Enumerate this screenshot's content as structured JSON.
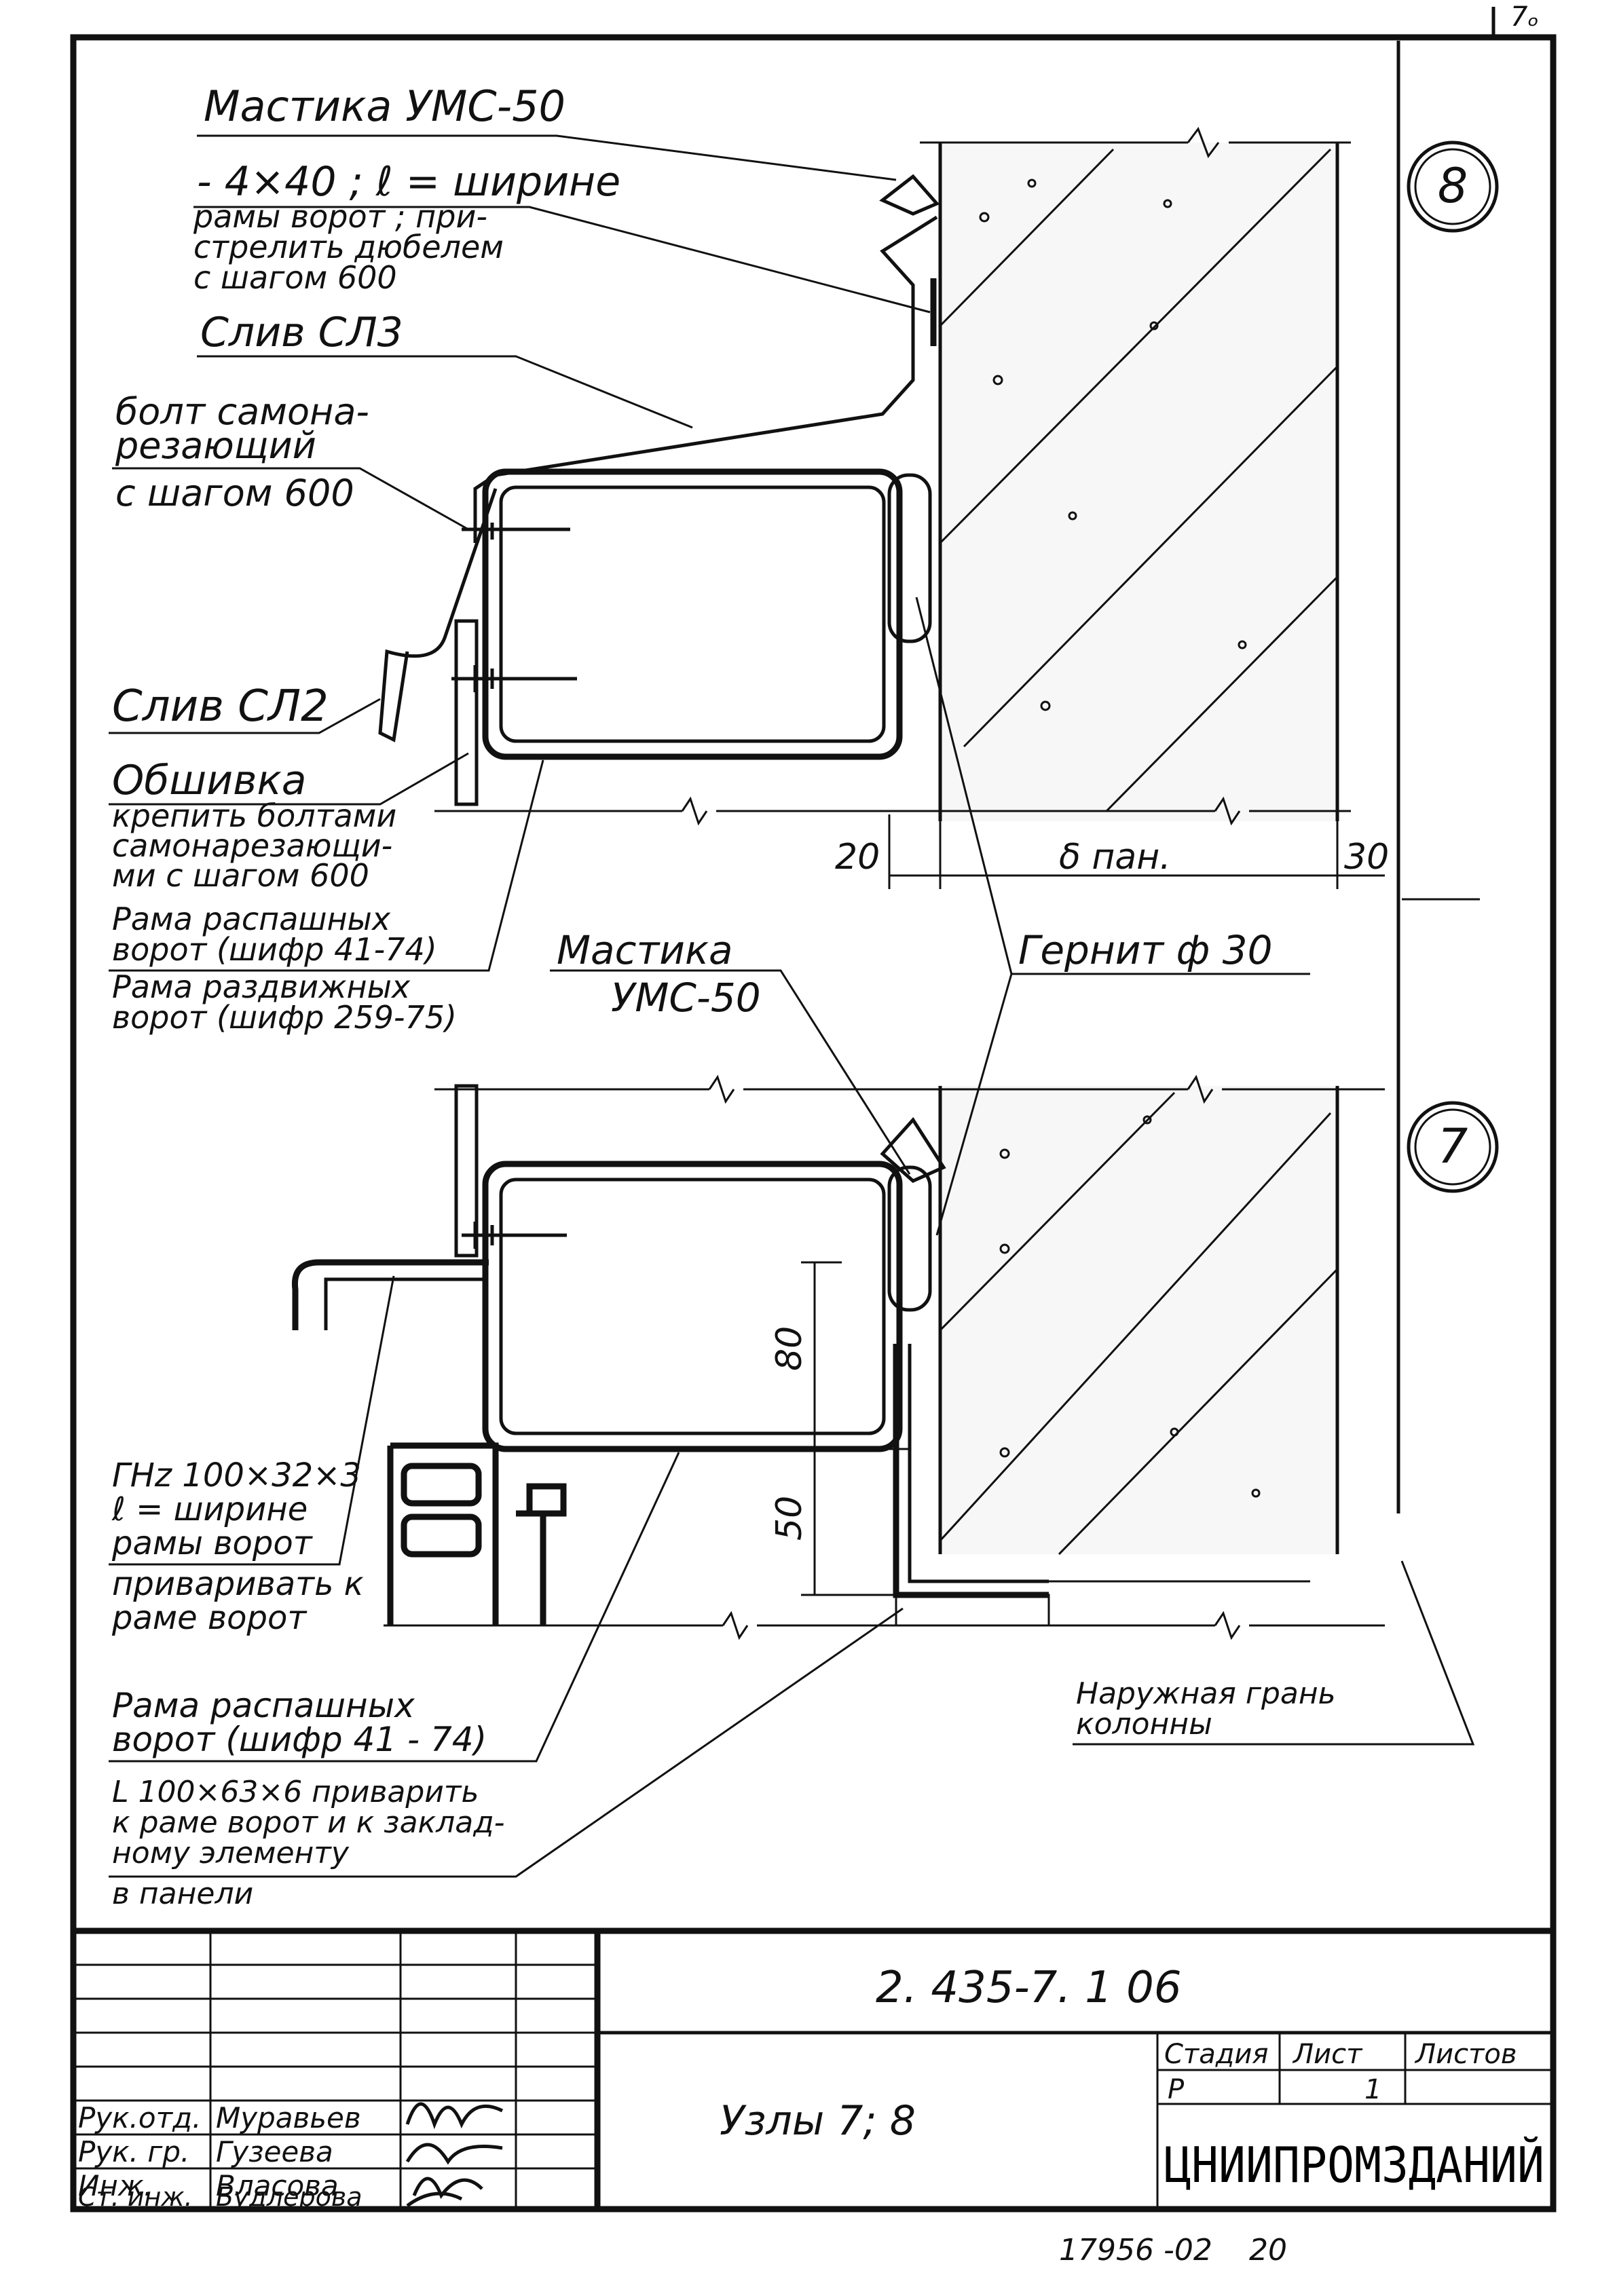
{
  "corner_mark": "7ₒ",
  "node_8": {
    "label": "8",
    "callouts": {
      "mastic": "Мастика УМС-50",
      "strip": "- 4×40 ; ℓ = ширине",
      "strip_note": [
        "рамы ворот ; при-",
        "стрелить дюбелем",
        "с шагом 600"
      ],
      "drip_sl3": "Слив СЛ3",
      "bolt": [
        "болт самона-",
        "резающий",
        "с шагом 600"
      ],
      "drip_sl2": "Слив СЛ2",
      "sheathing": "Обшивка",
      "sheathing_note": [
        "крепить болтами",
        "самонарезающи-",
        "ми с шагом 600"
      ],
      "frame_swing": [
        "Рама распашных",
        "ворот (шифр 41-74)"
      ],
      "frame_sliding": [
        "Рама раздвижных",
        "ворот (шифр 259-75)"
      ]
    },
    "dims": {
      "left": "20",
      "panel": "δ пан.",
      "right": "30"
    }
  },
  "node_7": {
    "label": "7",
    "callouts": {
      "mastic": [
        "Мастика",
        "УМС-50"
      ],
      "gernit": "Гернит ф 30",
      "channel": [
        "ГНz 100×32×3",
        "ℓ = ширине",
        "рамы ворот",
        "приваривать к",
        "раме ворот"
      ],
      "frame_swing": [
        "Рама распашных",
        "ворот (шифр 41 - 74)"
      ],
      "angle": [
        "L 100×63×6 приварить",
        "к раме ворот и к заклад-",
        "ному элементу",
        "в панели"
      ],
      "column_face": [
        "Наружная грань",
        "колонны"
      ]
    },
    "dims": {
      "upper": "80",
      "lower": "50"
    }
  },
  "title_block": {
    "doc_code": "2. 435-7. 1 06",
    "title": "Узлы 7; 8",
    "stage_header": "Стадия",
    "sheet_header": "Лист",
    "sheets_header": "Листов",
    "stage": "Р",
    "sheet": "1",
    "org": "ЦНИИПРОМЗДАНИЙ",
    "signatures": [
      {
        "role": "Рук.отд.",
        "name": "Муравьев"
      },
      {
        "role": "Рук. гр.",
        "name": "Гузеева"
      },
      {
        "role": "Инж.",
        "name": "Власова"
      },
      {
        "role": "Ст. инж.",
        "name": "Будлерова"
      }
    ]
  },
  "archive_number": "17956 -02",
  "archive_page": "20"
}
